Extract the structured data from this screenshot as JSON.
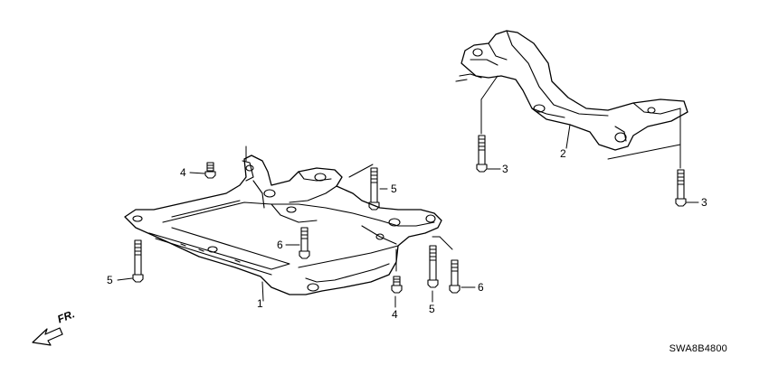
{
  "callouts": {
    "c1": "1",
    "c2": "2",
    "c3a": "3",
    "c3b": "3",
    "c4a": "4",
    "c4b": "4",
    "c5a": "5",
    "c5b": "5",
    "c5c": "5",
    "c6a": "6",
    "c6b": "6"
  },
  "direction_label": "FR.",
  "drawing_code": "SWA8B4800"
}
